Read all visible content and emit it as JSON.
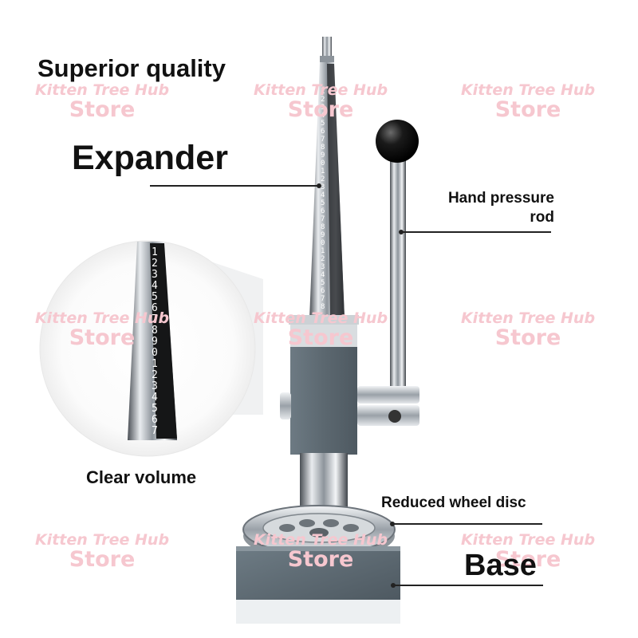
{
  "headline": "Superior quality",
  "labels": {
    "expander": "Expander",
    "hand_pressure_rod": "Hand pressure rod",
    "clear_volume": "Clear volume",
    "reduced_wheel_disc": "Reduced wheel disc",
    "base": "Base"
  },
  "watermark": {
    "line1": "Kitten Tree Hub",
    "line2": "Store"
  },
  "scale_markings": "1234567890123456789012345678",
  "closeup_markings": "12345678901234567",
  "colors": {
    "text": "#111111",
    "watermark": "#f6c7cf",
    "body_metal": "#5e6a72",
    "steel": "#c9ced3"
  }
}
